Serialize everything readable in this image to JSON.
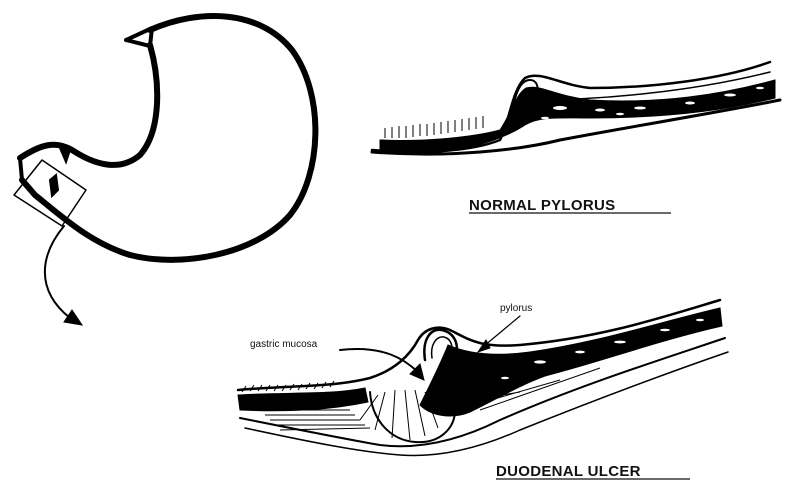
{
  "labels": {
    "normal_caption": "NORMAL PYLORUS",
    "ulcer_caption": "DUODENAL ULCER",
    "pylorus": "pylorus",
    "gastric_mucosa": "gastric mucosa"
  }
}
